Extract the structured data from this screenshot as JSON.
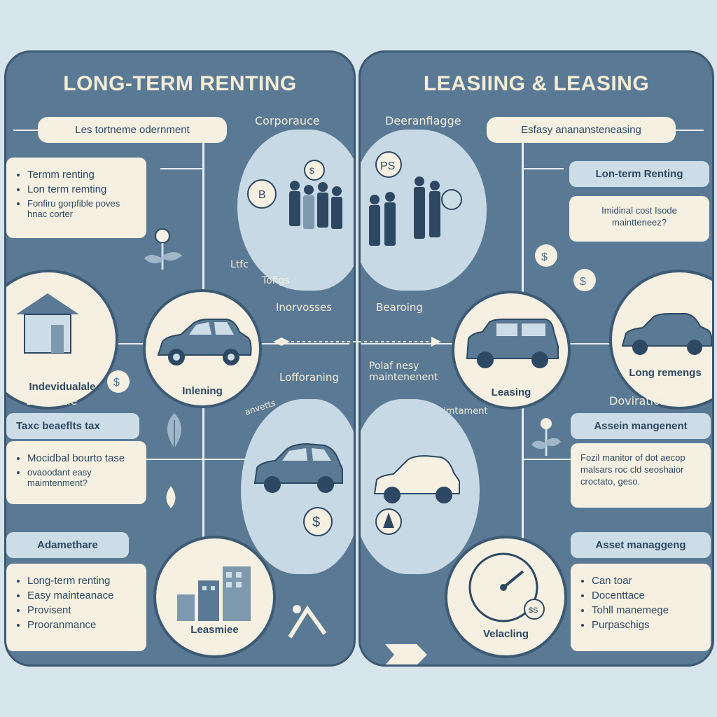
{
  "left": {
    "title": "LONG-TERM RENTING",
    "top_pill": "Les tortneme odernment",
    "top_label": "Corporauce",
    "top_card_items": [
      "Termm renting",
      "Lon term remting",
      "Fonfiru gorpfible poves hnac corter"
    ],
    "scribble1": "Ltfc",
    "scribble2": "Tofigs",
    "increases_label": "Inorvosses",
    "circle_left_label": "Indevidualale",
    "circle_center_label": "Inlening",
    "lofo_label": "Lofforaning",
    "lower_label": "Llhventie",
    "tax_pill": "Taxc beaeflts tax",
    "tax_card_items": [
      "Mocidbal bourto tase",
      "ovaoodant easy maimtenment?"
    ],
    "small_label": "anvetts",
    "adv_pill": "Adamethare",
    "adv_card_items": [
      "Long-term renting",
      "Easy mainteanace",
      "Provisent",
      "Prooranmance"
    ],
    "circle_bottom_label": "Leasmiee"
  },
  "right": {
    "title": "LEASIING & LEASING",
    "top_label": "Deeranfiagge",
    "top_pill": "Esfasy ananansteneasing",
    "ltr_pill": "Lon-term Renting",
    "ltr_card": "Imidinal cost Isode maintteneez?",
    "bearing_label": "Bearoing",
    "circle_center_label": "Leasing",
    "circle_right_label": "Long remengs",
    "polaf_label": "Polaf nesy maintenenent",
    "rahl_label": "rahlaimtament",
    "deviation_label": "Doviration",
    "asset_pill": "Assein mangenent",
    "asset_card": "Fozil manitor of dot aecop malsars roc cld seoshaior croctato, geso.",
    "asset2_pill": "Asset managgeng",
    "asset2_card_items": [
      "Can toar",
      "Docenttace",
      "Tohll manemege",
      "Purpaschigs"
    ],
    "circle_bottom_label": "Velacling"
  },
  "center_dots": "",
  "colors": {
    "panel": "#5a7994",
    "cream": "#f5f0e1",
    "navy": "#2d4863",
    "light_blue": "#cddde8"
  }
}
